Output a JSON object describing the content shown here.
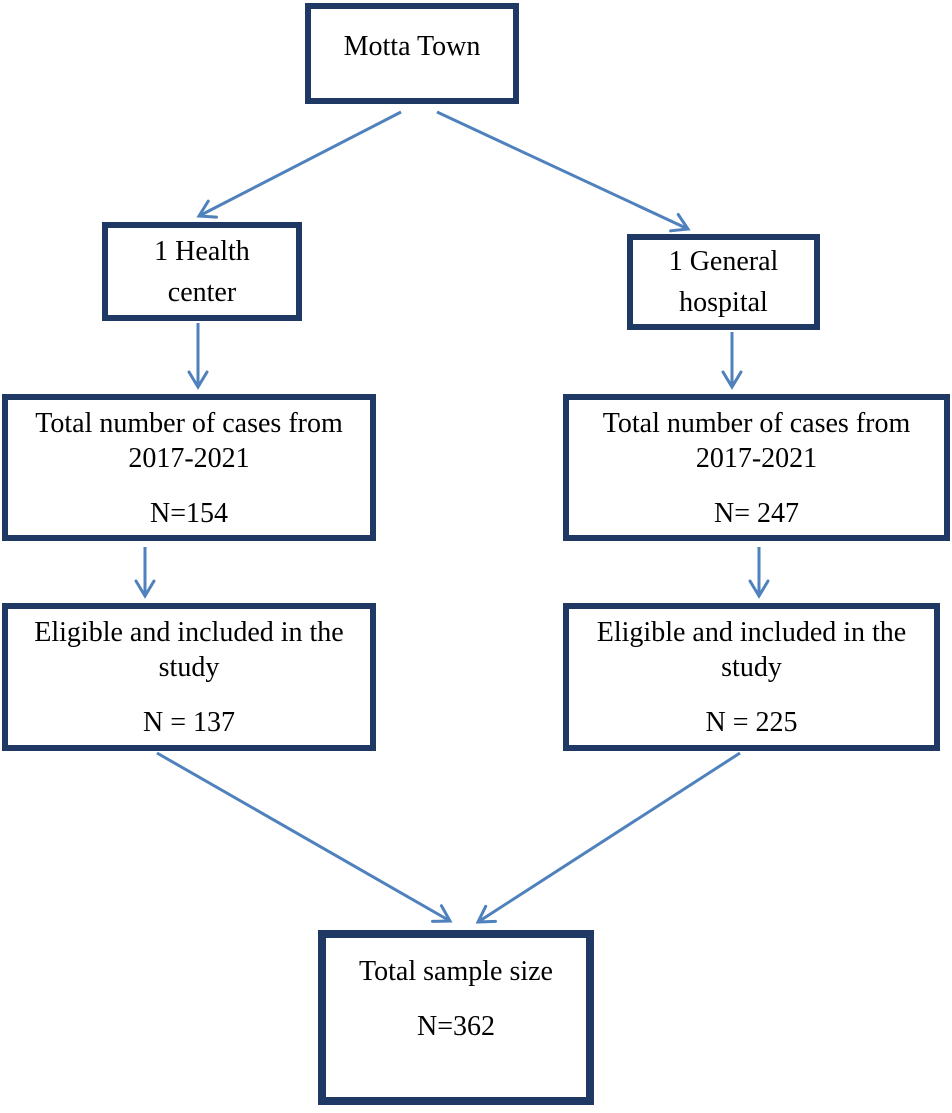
{
  "diagram": {
    "type": "flowchart",
    "colors": {
      "box_border": "#1F3864",
      "arrow": "#4F81BD",
      "text": "#000000",
      "background": "#FFFFFF"
    },
    "nodes": {
      "root": {
        "label": "Motta Town"
      },
      "health_center": {
        "label": "1 Health\ncenter"
      },
      "general_hospital": {
        "label": "1 General\nhospital"
      },
      "cases_health_center": {
        "label": "Total number of cases from\n2017-2021",
        "n": "N=154"
      },
      "cases_hospital": {
        "label": "Total number of cases from\n2017-2021",
        "n": "N= 247"
      },
      "eligible_health_center": {
        "label": "Eligible and included in the\nstudy",
        "n": "N = 137"
      },
      "eligible_hospital": {
        "label": "Eligible and included in the\nstudy",
        "n": "N = 225"
      },
      "total": {
        "label": "Total sample size",
        "n": "N=362"
      }
    },
    "edges": [
      {
        "from": "root",
        "to": "health_center"
      },
      {
        "from": "root",
        "to": "general_hospital"
      },
      {
        "from": "health_center",
        "to": "cases_health_center"
      },
      {
        "from": "general_hospital",
        "to": "cases_hospital"
      },
      {
        "from": "cases_health_center",
        "to": "eligible_health_center"
      },
      {
        "from": "cases_hospital",
        "to": "eligible_hospital"
      },
      {
        "from": "eligible_health_center",
        "to": "total"
      },
      {
        "from": "eligible_hospital",
        "to": "total"
      }
    ]
  }
}
